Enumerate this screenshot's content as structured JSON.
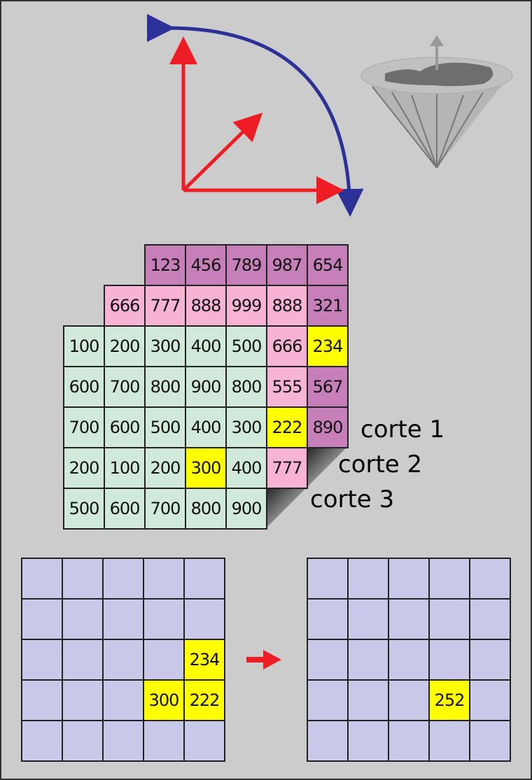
{
  "colors": {
    "background": "#cccccc",
    "layer_back": "#c77fb9",
    "layer_mid": "#f7b3d3",
    "layer_front": "#d0e9da",
    "highlight": "#ffff00",
    "result_grid": "#c9c8e8",
    "arrow_red": "#ee1c24",
    "arrow_blue": "#2b3196"
  },
  "icons": {
    "axes": "vector-rotation-arrows-icon",
    "globe": "conic-projection-globe-icon",
    "arrow": "red-right-arrow-icon"
  },
  "layers": [
    {
      "name": "corte 1",
      "color_key": "layer_back",
      "rows": [
        [
          "123",
          "456",
          "789",
          "987",
          "654"
        ],
        [
          null,
          null,
          null,
          null,
          "321"
        ],
        [
          null,
          null,
          null,
          null,
          "234"
        ],
        [
          null,
          null,
          null,
          null,
          "567"
        ],
        [
          null,
          null,
          null,
          null,
          "890"
        ]
      ],
      "highlight": [
        [
          2,
          4
        ]
      ]
    },
    {
      "name": "corte 2",
      "color_key": "layer_mid",
      "rows": [
        [
          "666",
          "777",
          "888",
          "999",
          "888"
        ],
        [
          null,
          null,
          null,
          null,
          "666"
        ],
        [
          null,
          null,
          null,
          null,
          "555"
        ],
        [
          null,
          null,
          null,
          null,
          "222"
        ],
        [
          null,
          null,
          null,
          null,
          "777"
        ]
      ],
      "highlight": [
        [
          3,
          4
        ]
      ]
    },
    {
      "name": "corte 3",
      "color_key": "layer_front",
      "rows": [
        [
          "100",
          "200",
          "300",
          "400",
          "500"
        ],
        [
          "600",
          "700",
          "800",
          "900",
          "800"
        ],
        [
          "700",
          "600",
          "500",
          "400",
          "300"
        ],
        [
          "200",
          "100",
          "200",
          "300",
          "400"
        ],
        [
          "500",
          "600",
          "700",
          "800",
          "900"
        ]
      ],
      "highlight": [
        [
          3,
          3
        ]
      ]
    }
  ],
  "labels": {
    "corte1": "corte 1",
    "corte2": "corte 2",
    "corte3": "corte 3"
  },
  "input_grid": {
    "rows": [
      [
        null,
        null,
        null,
        null,
        null
      ],
      [
        null,
        null,
        null,
        null,
        null
      ],
      [
        null,
        null,
        null,
        null,
        "234"
      ],
      [
        null,
        null,
        null,
        "300",
        "222"
      ],
      [
        null,
        null,
        null,
        null,
        null
      ]
    ]
  },
  "output_grid": {
    "rows": [
      [
        null,
        null,
        null,
        null,
        null
      ],
      [
        null,
        null,
        null,
        null,
        null
      ],
      [
        null,
        null,
        null,
        null,
        null
      ],
      [
        null,
        null,
        null,
        "252",
        null
      ],
      [
        null,
        null,
        null,
        null,
        null
      ]
    ]
  }
}
